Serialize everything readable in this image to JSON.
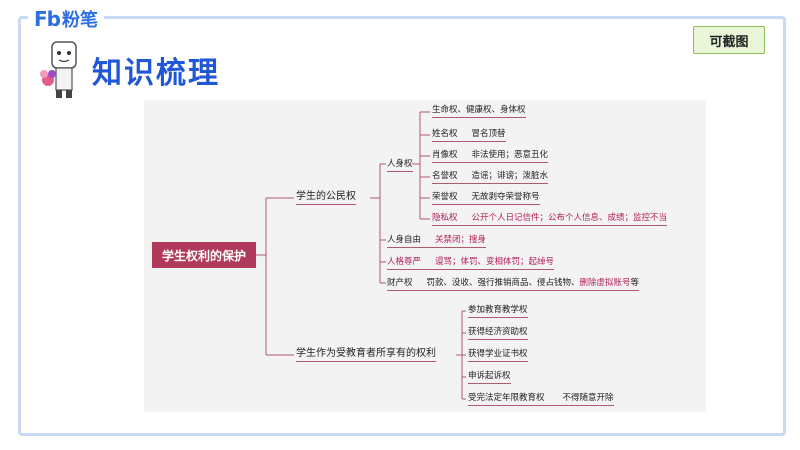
{
  "header": {
    "logo_fb": "Fb",
    "logo_text": "粉笔",
    "page_title": "知识梳理",
    "badge": "可截图"
  },
  "mindmap": {
    "root": "学生权利的保护",
    "branch1": {
      "label": "学生的公民权",
      "personal": {
        "label": "人身权",
        "items": [
          {
            "name": "生命权、健康权、身体权",
            "detail": ""
          },
          {
            "name": "姓名权",
            "detail": "冒名顶替"
          },
          {
            "name": "肖像权",
            "detail": "非法使用；恶意丑化"
          },
          {
            "name": "名誉权",
            "detail": "造谣；诽谤；泼脏水"
          },
          {
            "name": "荣誉权",
            "detail": "无故剥夺荣誉称号"
          },
          {
            "name": "隐私权",
            "detail": "公开个人日记信件；公布个人信息、成绩；监控不当"
          }
        ]
      },
      "freedom": {
        "name": "人身自由",
        "detail": "关禁闭；搜身"
      },
      "dignity": {
        "name": "人格尊严",
        "detail": "谩骂；体罚、变相体罚；起绰号"
      },
      "property": {
        "name": "财产权",
        "detail_a": "罚款、没收、强行推销商品、侵占钱物、",
        "detail_b": "删除虚拟账号",
        "detail_c": "等"
      }
    },
    "branch2": {
      "label": "学生作为受教育者所享有的权利",
      "items": [
        {
          "name": "参加教育教学权",
          "detail": ""
        },
        {
          "name": "获得经济资助权",
          "detail": ""
        },
        {
          "name": "获得学业证书权",
          "detail": ""
        },
        {
          "name": "申诉起诉权",
          "detail": ""
        },
        {
          "name": "受完法定年限教育权",
          "detail": "不得随意开除"
        }
      ]
    }
  },
  "colors": {
    "root_bg": "#b13a5c",
    "line": "#b05a6a",
    "title": "#1f57d6",
    "highlight": "#b01d58"
  }
}
